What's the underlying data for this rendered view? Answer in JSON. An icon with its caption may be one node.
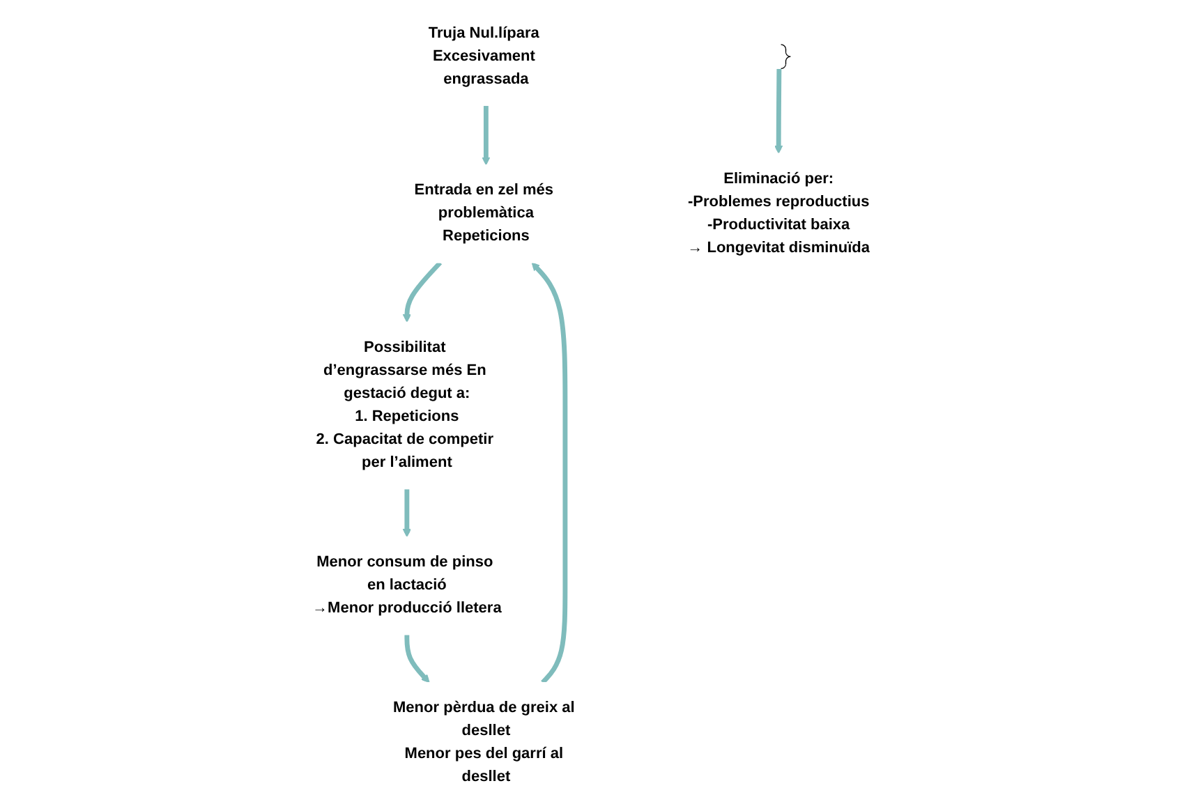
{
  "diagram": {
    "nodes": [
      {
        "text": [
          "Truja Nul.lípara Excesivament engrassada"
        ]
      },
      {
        "text": [
          "Entrada en zel més problemàtica",
          "Repeticions"
        ]
      },
      {
        "text": [
          "Possibilitat d’engrassarse més En gestació degut a:",
          "1. Repeticions",
          "2. Capacitat de competir per l’aliment"
        ]
      },
      {
        "text": [
          "Menor consum de pinso en lactació",
          "→Menor producció lletera"
        ]
      },
      {
        "text": [
          "Menor pèrdua de greix al desllet",
          "Menor pes del garrí al desllet"
        ]
      },
      {
        "text": [],
        "shape": "bracket"
      },
      {
        "text": [
          "Eliminació per:",
          "-Problemes reproductius",
          "-Productivitat baixa",
          "→ Longevitat disminuïda"
        ]
      }
    ],
    "edges": [
      {
        "from": 0,
        "to": 1,
        "arrow": "to"
      },
      {
        "from": 1,
        "to": 2,
        "arrow": "to"
      },
      {
        "from": 2,
        "to": 3,
        "arrow": "to"
      },
      {
        "from": 3,
        "to": 4,
        "arrow": "to"
      },
      {
        "from": 4,
        "to": 1,
        "arrow": "to"
      },
      {
        "from": 5,
        "to": 6,
        "arrow": "to"
      }
    ]
  }
}
